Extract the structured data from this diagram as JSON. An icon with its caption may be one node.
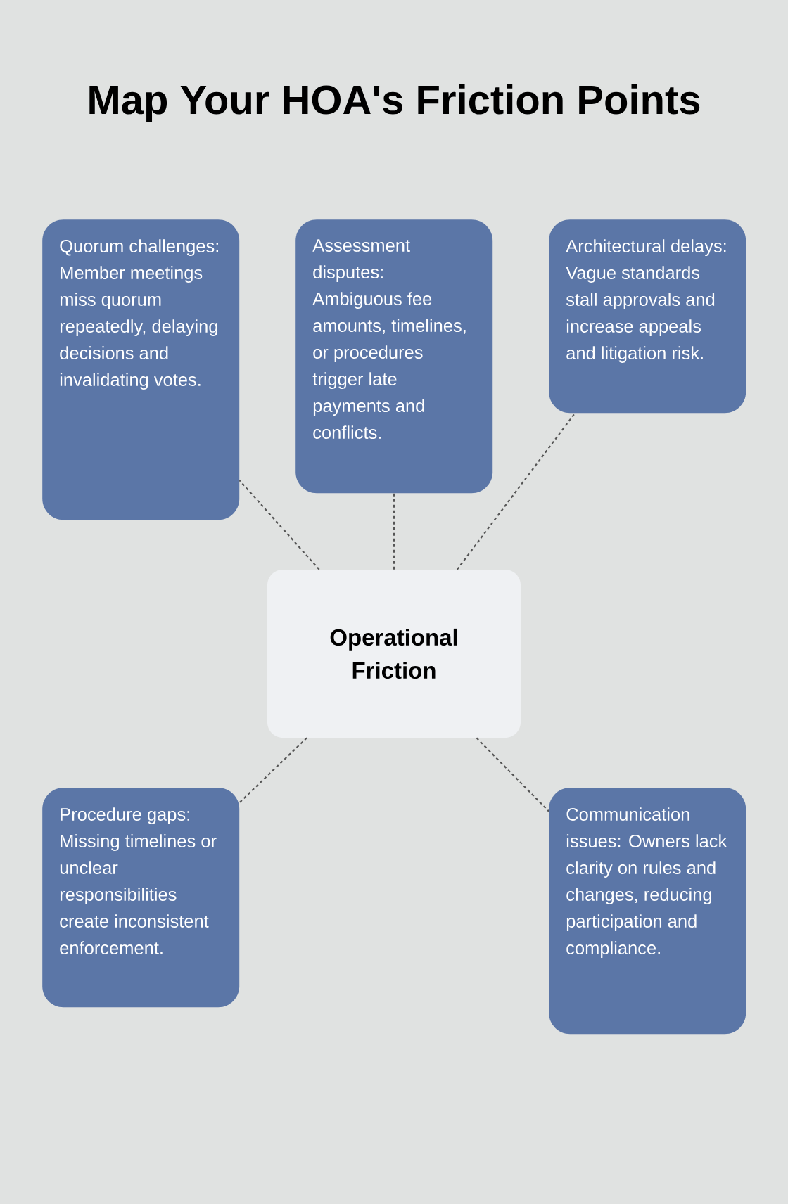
{
  "diagram": {
    "title": "Map Your HOA's Friction Points",
    "nodes": [
      {
        "text": [
          "Quorum challenges: Member meetings miss quorum repeatedly, delaying decisions and invalidating votes."
        ]
      },
      {
        "text": [
          "Assessment disputes: Ambiguous fee amounts, timelines, or procedures trigger late payments and conflicts."
        ]
      },
      {
        "text": [
          "Architectural delays: Vague standards stall approvals and increase appeals and litigation risk."
        ]
      },
      {
        "text": [
          "Operational Friction"
        ]
      },
      {
        "text": [
          "Procedure gaps: Missing timelines or unclear responsibilities create inconsistent enforcement."
        ]
      },
      {
        "text": [
          "Communication issues: Owners lack clarity on rules and changes, reducing participation and compliance."
        ]
      }
    ],
    "edges": [
      {
        "from": 3,
        "to": 0,
        "arrow": "none",
        "style": "dashed"
      },
      {
        "from": 3,
        "to": 1,
        "arrow": "none",
        "style": "dashed"
      },
      {
        "from": 3,
        "to": 2,
        "arrow": "none",
        "style": "dashed"
      },
      {
        "from": 3,
        "to": 4,
        "arrow": "none",
        "style": "dashed"
      },
      {
        "from": 3,
        "to": 5,
        "arrow": "none",
        "style": "dashed"
      }
    ]
  }
}
